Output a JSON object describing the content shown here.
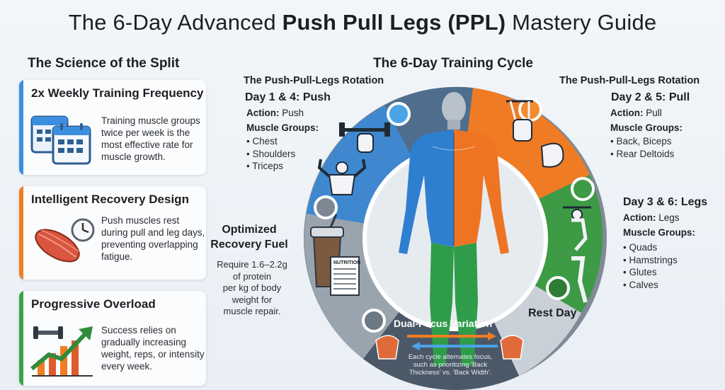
{
  "title": {
    "prefix": "The 6-Day Advanced ",
    "bold": "Push Pull Legs (PPL)",
    "suffix": " Mastery Guide"
  },
  "science": {
    "heading": "The Science of the Split",
    "cards": [
      {
        "title": "2x Weekly Training Frequency",
        "desc": "Training muscle groups twice per week is the most effective rate for muscle growth.",
        "icon": "calendar-icon",
        "color": "#3b8fe0"
      },
      {
        "title": "Intelligent Recovery Design",
        "desc": "Push muscles rest during pull and leg days, preventing overlapping fatigue.",
        "icon": "muscle-clock-icon",
        "color": "#f07d22"
      },
      {
        "title": "Progressive Overload",
        "desc": "Success relies on gradually increasing weight, reps, or intensity every week.",
        "icon": "growth-chart-icon",
        "color": "#3aa34a"
      }
    ]
  },
  "cycle": {
    "heading": "The 6-Day Training Cycle",
    "push": {
      "rotation": "The Push-Pull-Legs Rotation",
      "day": "Day 1 & 4: Push",
      "action_label": "Action:",
      "action": "Push",
      "groups_label": "Muscle Groups:",
      "groups": [
        "Chest",
        "Shoulders",
        "Triceps"
      ]
    },
    "pull": {
      "rotation": "The Push-Pull-Legs Rotation",
      "day": "Day 2 & 5: Pull",
      "action_label": "Action:",
      "action": "Pull",
      "groups_label": "Muscle Groups:",
      "groups": [
        "Back, Biceps",
        "Rear Deltoids"
      ]
    },
    "legs": {
      "day": "Day 3 & 6: Legs",
      "action_label": "Action:",
      "action": "Legs",
      "groups_label": "Muscle Groups:",
      "groups": [
        "Quads",
        "Hamstrings",
        "Glutes",
        "Calves"
      ]
    },
    "rest": "Rest Day",
    "fuel": {
      "title_line1": "Optimized",
      "title_line2": "Recovery Fuel",
      "desc": [
        "Require 1.6–2.2g",
        "of protein",
        "per kg of body",
        "weight for",
        "muscle repair."
      ],
      "label": "NUTRITION"
    },
    "dual": {
      "title": "Dual-Focus Variation",
      "line1": "Each cycle alternates focus,",
      "line2": "such as prioritizing 'Back",
      "line3": "Thickness' vs. 'Back Width'."
    }
  },
  "colors": {
    "push": "#3f88cf",
    "pull": "#ef7b24",
    "legs": "#3d9a45",
    "rest": "#c9d0d8",
    "fuel": "#8e99a6",
    "dual": "#4b5868"
  }
}
